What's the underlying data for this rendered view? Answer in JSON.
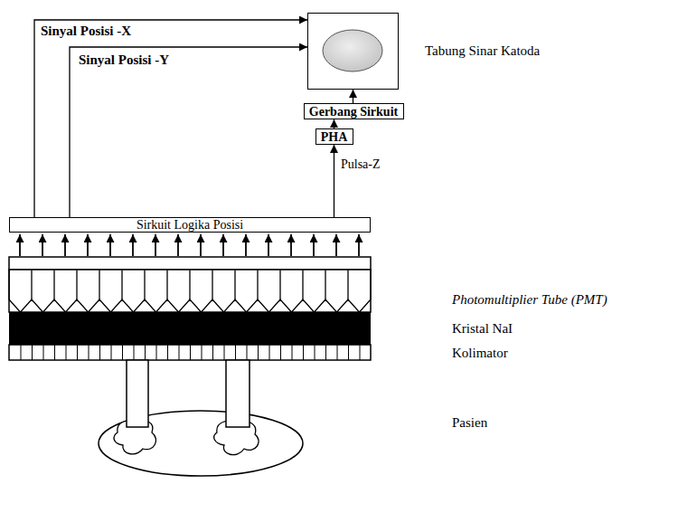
{
  "diagram": {
    "nodes": [
      {
        "text": [
          "Tabung Sinar Katoda"
        ]
      },
      {
        "text": [
          "Gerbang Sirkuit"
        ]
      },
      {
        "text": [
          "PHA"
        ]
      },
      {
        "text": [
          "Sirkuit Logika Posisi"
        ]
      }
    ],
    "edges": [
      {
        "from": 3,
        "to": 0,
        "arrow": "to",
        "label": "Sinyal Posisi -X"
      },
      {
        "from": 3,
        "to": 0,
        "arrow": "to",
        "label": "Sinyal Posisi -Y"
      },
      {
        "from": 3,
        "to": 2,
        "arrow": "to",
        "label": "Pulsa-Z"
      },
      {
        "from": 2,
        "to": 1,
        "arrow": "to"
      },
      {
        "from": 1,
        "to": 0,
        "arrow": "to"
      }
    ],
    "labels": [
      "Photomultiplier Tube (PMT)",
      "Kristal NaI",
      "Kolimator",
      "Pasien"
    ]
  }
}
